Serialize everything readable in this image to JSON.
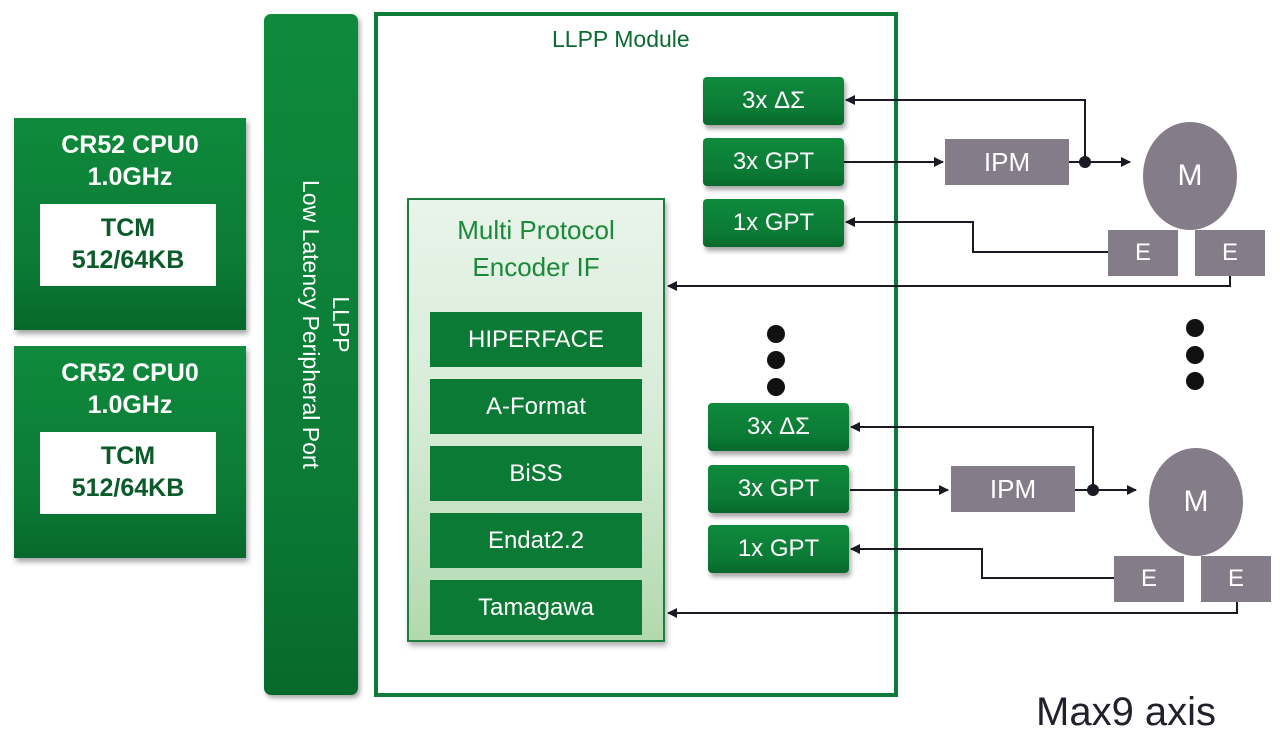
{
  "cpus": [
    {
      "name": "CR52 CPU0",
      "freq": "1.0GHz",
      "memory_label": "TCM",
      "memory_size": "512/64KB"
    },
    {
      "name": "CR52 CPU0",
      "freq": "1.0GHz",
      "memory_label": "TCM",
      "memory_size": "512/64KB"
    }
  ],
  "llpp_bar": {
    "title": "LLPP",
    "subtitle": "Low Latency Peripheral Port"
  },
  "module": {
    "title": "LLPP Module"
  },
  "encoder_if": {
    "title_line1": "Multi Protocol",
    "title_line2": "Encoder IF",
    "protocols": [
      "HIPERFACE",
      "A-Format",
      "BiSS",
      "Endat2.2",
      "Tamagawa"
    ]
  },
  "axes": [
    {
      "blocks": [
        "3x ΔΣ",
        "3x GPT",
        "1x GPT"
      ],
      "ipm": "IPM",
      "motor": "M",
      "encoders": [
        "E",
        "E"
      ]
    },
    {
      "blocks": [
        "3x ΔΣ",
        "3x GPT",
        "1x GPT"
      ],
      "ipm": "IPM",
      "motor": "M",
      "encoders": [
        "E",
        "E"
      ]
    }
  ],
  "footer": "Max9 axis",
  "colors": {
    "green": "#0b7a35",
    "light_green": "#d6ebd6",
    "grey": "#847c89"
  }
}
